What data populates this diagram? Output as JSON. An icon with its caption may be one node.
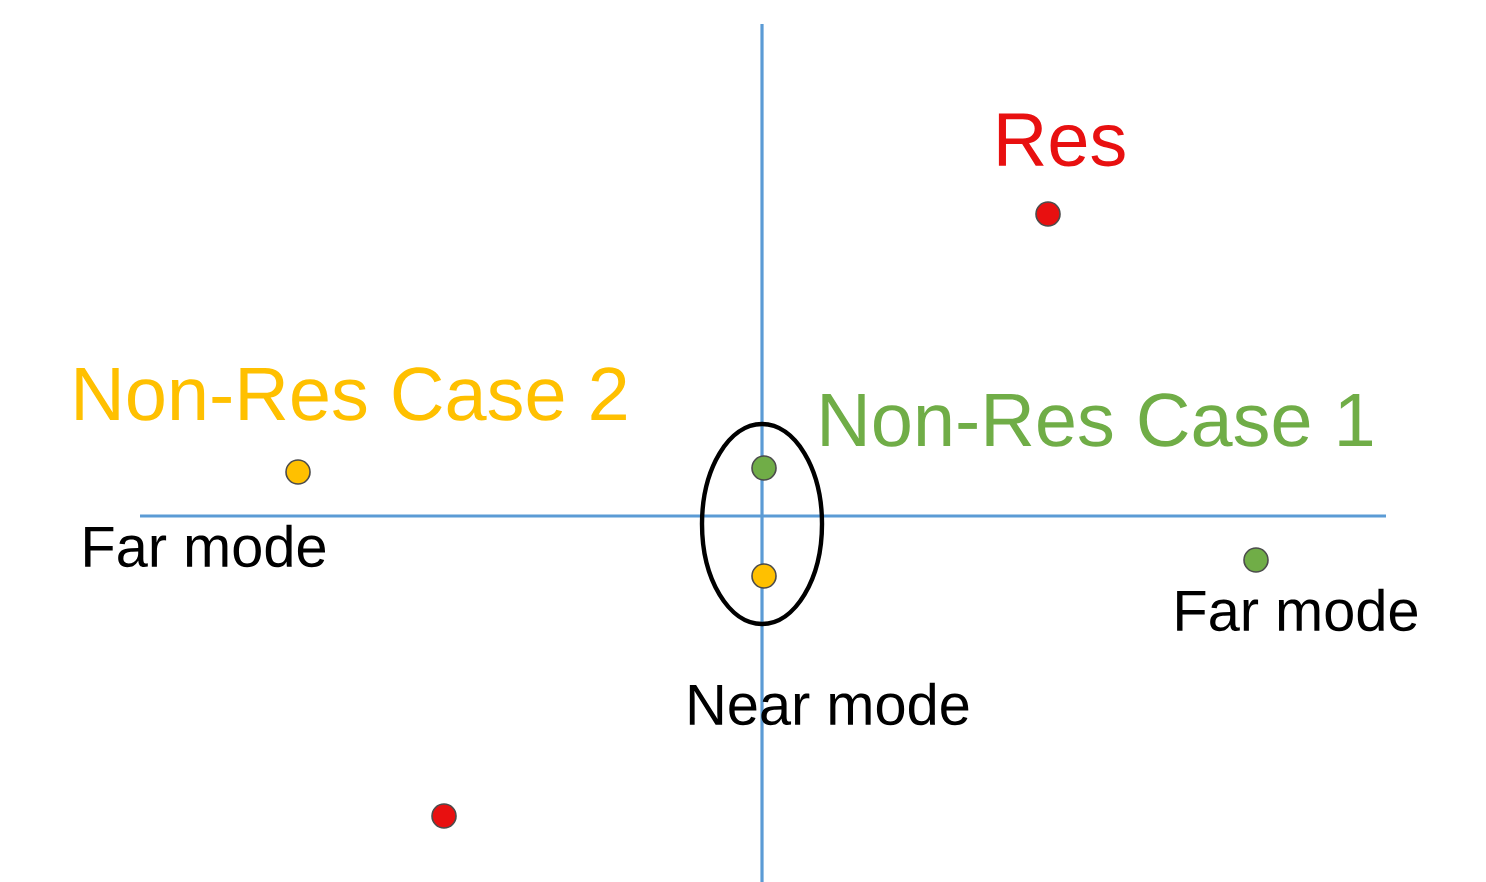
{
  "diagram": {
    "labels": [
      "Res",
      "Non-Res Case 2",
      "Non-Res Case 1",
      "Far mode",
      "Far mode",
      "Near mode"
    ]
  }
}
